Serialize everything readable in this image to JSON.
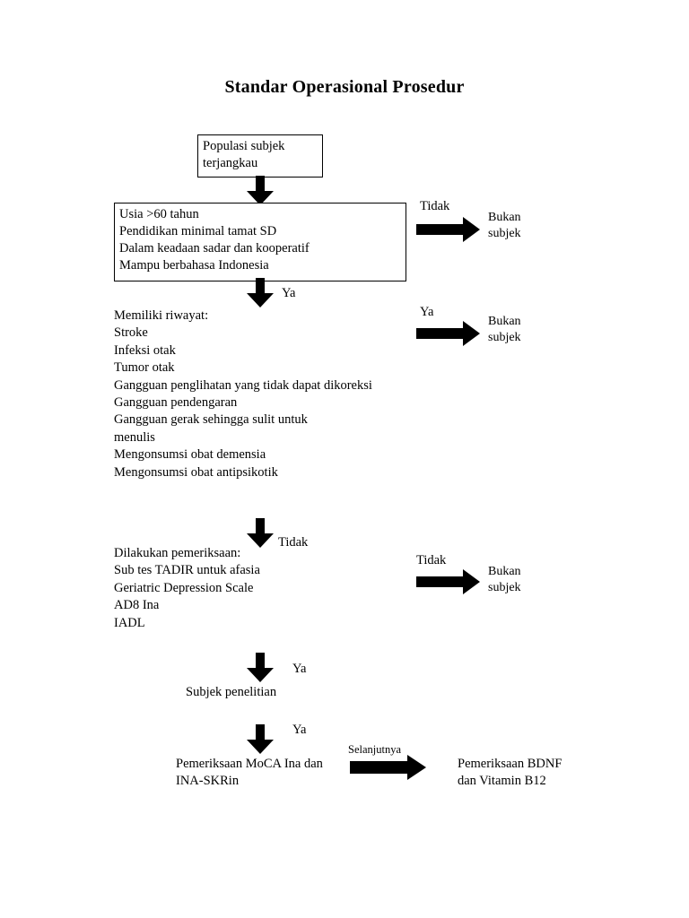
{
  "document": {
    "title": "Standar Operasional Prosedur"
  },
  "nodes": {
    "population": {
      "label": "Populasi subjek\nterjangkau"
    },
    "inclusion": {
      "label": "Usia >60 tahun\nPendidikan minimal tamat SD\nDalam keadaan sadar dan kooperatif\nMampu berbahasa Indonesia"
    },
    "exclusion": {
      "label": "Memiliki riwayat:\nStroke\nInfeksi otak\nTumor otak\nGangguan penglihatan yang tidak dapat dikoreksi\nGangguan pendengaran\nGangguan gerak sehingga sulit untuk\nmenulis\nMengonsumsi obat demensia\nMengonsumsi obat antipsikotik"
    },
    "examination": {
      "label": "Dilakukan pemeriksaan:\nSub tes TADIR untuk afasia\nGeriatric Depression Scale\nAD8 Ina\nIADL"
    },
    "subject": {
      "label": "Subjek penelitian"
    },
    "moca": {
      "label": "Pemeriksaan MoCA Ina dan\nINA-SKRin"
    },
    "bdnf": {
      "label": "Pemeriksaan BDNF\ndan Vitamin B12"
    },
    "reject_1": {
      "label": "Bukan\n   subjek"
    },
    "reject_2": {
      "label": "Bukan\n   subjek"
    },
    "reject_3": {
      "label": "Bukan\n   subjek"
    }
  },
  "edges": {
    "inclusion_no": {
      "label": "Tidak"
    },
    "inclusion_yes": {
      "label": "Ya"
    },
    "exclusion_yes": {
      "label": "Ya"
    },
    "exclusion_no": {
      "label": "Tidak"
    },
    "examination_no": {
      "label": "Tidak"
    },
    "examination_yes": {
      "label": "Ya"
    },
    "subject_yes": {
      "label": "Ya"
    },
    "moca_next": {
      "label": "Selanjutnya"
    }
  }
}
